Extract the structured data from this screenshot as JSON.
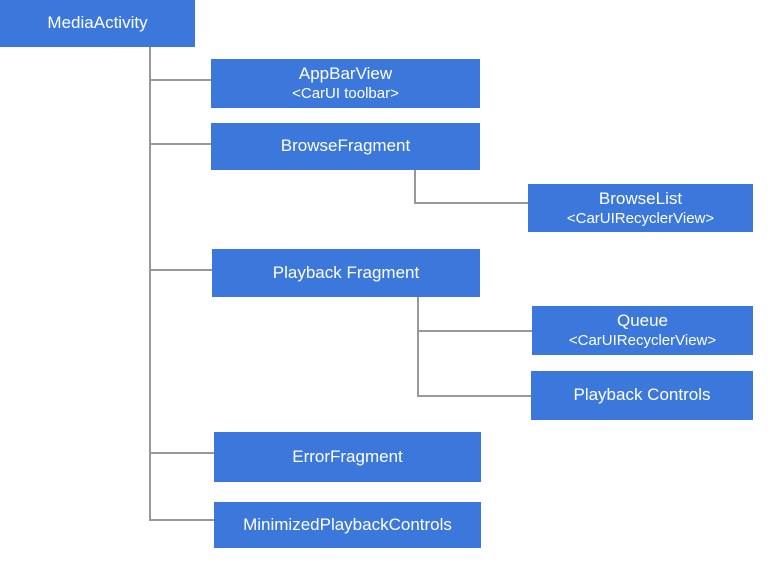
{
  "diagram": {
    "colors": {
      "node_fill": "#3C78DC",
      "node_text": "#FFFFFF",
      "line": "#999999",
      "background": "#FFFFFF"
    },
    "nodes": {
      "media_activity": {
        "label": "MediaActivity"
      },
      "app_bar_view": {
        "label": "AppBarView",
        "sublabel": "<CarUI toolbar>"
      },
      "browse_fragment": {
        "label": "BrowseFragment"
      },
      "browse_list": {
        "label": "BrowseList",
        "sublabel": "<CarUIRecyclerView>"
      },
      "playback_fragment": {
        "label": "Playback Fragment"
      },
      "queue": {
        "label": "Queue",
        "sublabel": "<CarUIRecyclerView>"
      },
      "playback_controls": {
        "label": "Playback Controls"
      },
      "error_fragment": {
        "label": "ErrorFragment"
      },
      "minimized_playback_controls": {
        "label": "MinimizedPlaybackControls"
      }
    }
  }
}
